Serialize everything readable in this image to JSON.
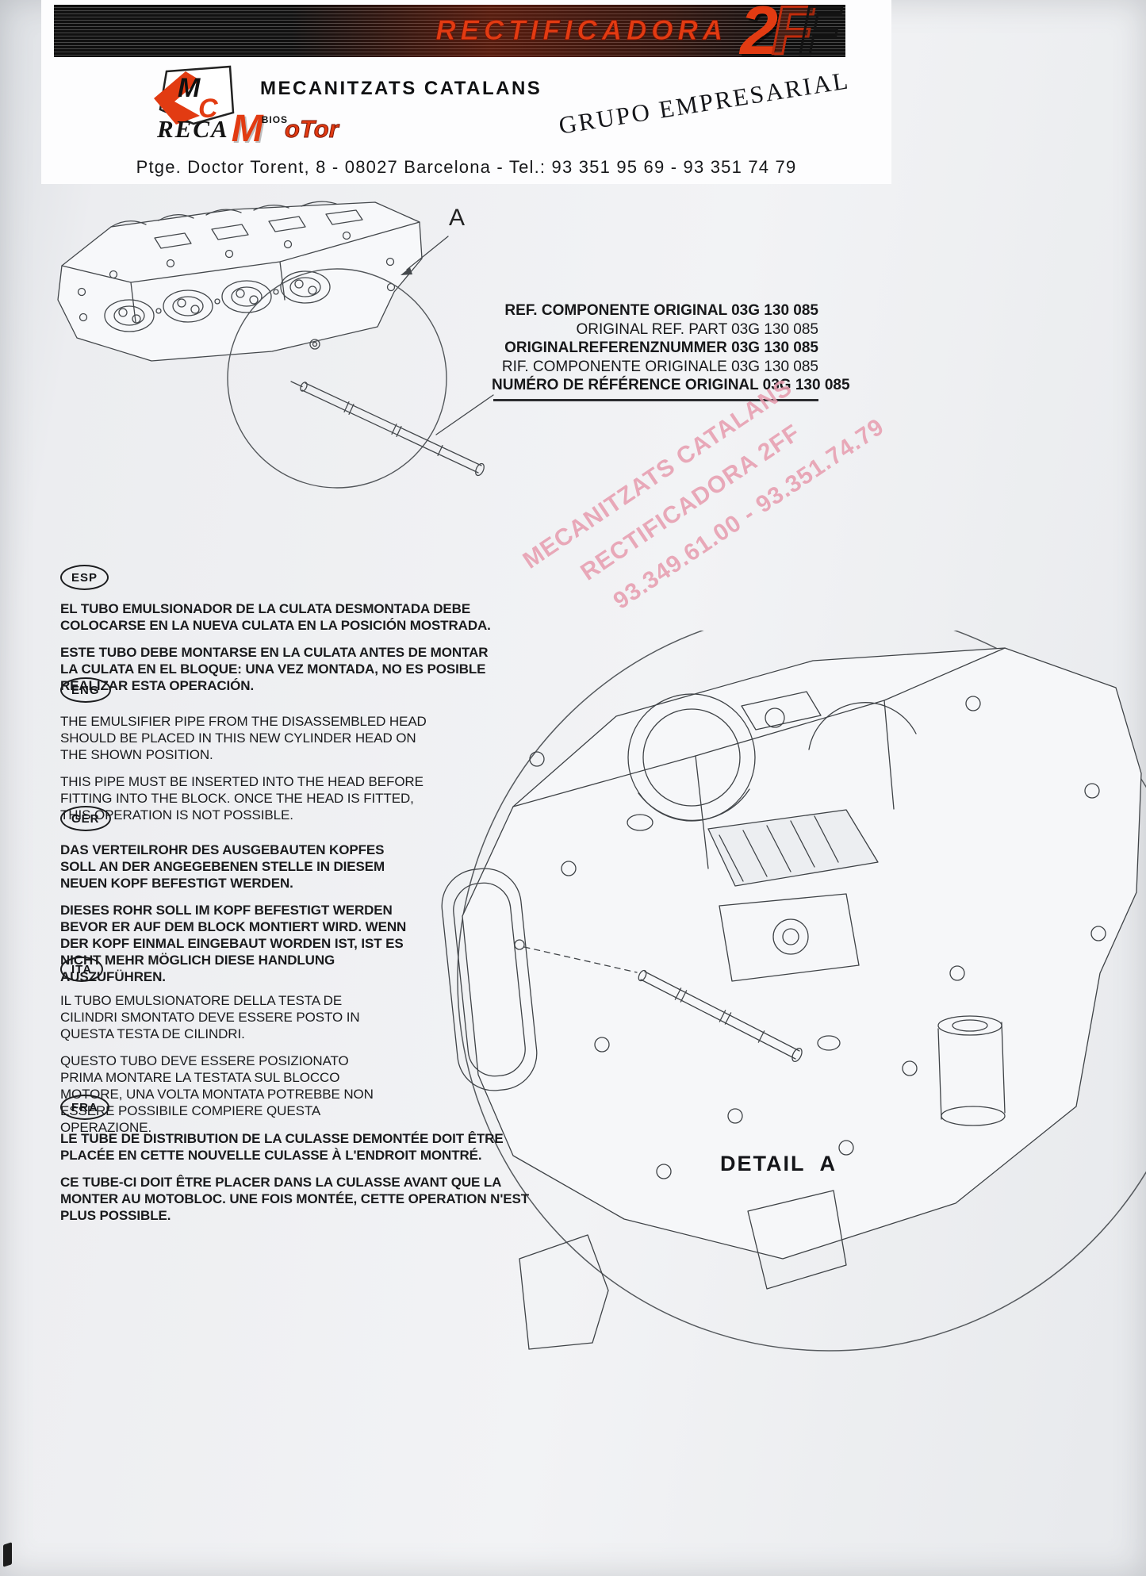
{
  "colors": {
    "brand_red": "#e23b12",
    "watermark_pink": "#e79cae"
  },
  "header": {
    "banner": {
      "title": "RECTIFICADORA",
      "numeral": "2",
      "f1": "F",
      "f2": "F"
    },
    "mc_logo": {
      "m": "M",
      "c": "C"
    },
    "company_name": "MECANITZATS CATALANS",
    "recamotor": {
      "part1": "RECA",
      "part2": "M",
      "part3": "BIOS",
      "part4": "oTor"
    },
    "group_label": "GRUPO EMPRESARIAL",
    "address": "Ptge. Doctor Torent, 8 - 08027 Barcelona - Tel.: 93 351 95 69 - 93 351 74 79"
  },
  "top_figure": {
    "callout_label": "A"
  },
  "reference_block": {
    "lines": [
      "REF. COMPONENTE ORIGINAL 03G 130 085",
      "ORIGINAL REF. PART 03G 130 085",
      "ORIGINALREFERENZNUMMER 03G 130 085",
      "RIF. COMPONENTE ORIGINALE 03G 130 085",
      "NUMÉRO DE RÉFÉRENCE ORIGINAL 03G 130 085"
    ]
  },
  "watermark": {
    "lines": [
      "MECANITZATS CATALANS",
      "RECTIFICADORA 2FF",
      "93.349.61.00 - 93.351.74.79"
    ]
  },
  "sections": [
    {
      "lang": "ESP",
      "paragraphs": [
        "EL TUBO EMULSIONADOR DE LA CULATA DESMONTADA DEBE COLOCARSE EN LA NUEVA CULATA EN LA POSICIÓN MOSTRADA.",
        "ESTE TUBO DEBE MONTARSE EN LA CULATA ANTES DE MONTAR LA CULATA EN EL BLOQUE: UNA VEZ MONTADA, NO ES POSIBLE REALIZAR ESTA OPERACIÓN."
      ]
    },
    {
      "lang": "ENG",
      "paragraphs": [
        "THE EMULSIFIER PIPE FROM THE DISASSEMBLED HEAD SHOULD BE PLACED IN THIS NEW CYLINDER HEAD ON THE SHOWN POSITION.",
        "THIS PIPE MUST BE INSERTED INTO THE HEAD BEFORE FITTING INTO THE BLOCK. ONCE THE HEAD IS FITTED, THIS OPERATION IS NOT POSSIBLE."
      ]
    },
    {
      "lang": "GER",
      "paragraphs": [
        "DAS VERTEILROHR DES AUSGEBAUTEN KOPFES SOLL AN DER ANGEGEBENEN STELLE IN DIESEM NEUEN KOPF BEFESTIGT WERDEN.",
        "DIESES ROHR SOLL IM KOPF BEFESTIGT WERDEN BEVOR ER AUF DEM BLOCK MONTIERT WIRD. WENN DER KOPF EINMAL EINGEBAUT WORDEN IST, IST ES NICHT MEHR MÖGLICH DIESE HANDLUNG AUSZUFÜHREN."
      ]
    },
    {
      "lang": "ITA",
      "paragraphs": [
        "IL TUBO EMULSIONATORE DELLA TESTA DE CILINDRI SMONTATO DEVE ESSERE POSTO IN QUESTA TESTA DE CILINDRI.",
        "QUESTO TUBO DEVE ESSERE POSIZIONATO PRIMA MONTARE LA TESTATA SUL BLOCCO MOTORE, UNA VOLTA MONTATA POTREBBE NON ESSERE POSSIBILE COMPIERE QUESTA OPERAZIONE."
      ]
    },
    {
      "lang": "FRA",
      "paragraphs": [
        "LE TUBE DE DISTRIBUTION DE LA CULASSE DEMONTÉE DOIT ÊTRE PLACÉE EN CETTE NOUVELLE CULASSE À L'ENDROIT MONTRÉ.",
        "CE TUBE-CI DOIT ÊTRE PLACER DANS LA CULASSE AVANT QUE LA MONTER AU MOTOBLOC. UNE FOIS MONTÉE, CETTE OPERATION N'EST PLUS POSSIBLE."
      ]
    }
  ],
  "detail_figure": {
    "word": "DETAIL",
    "letter": "A"
  }
}
